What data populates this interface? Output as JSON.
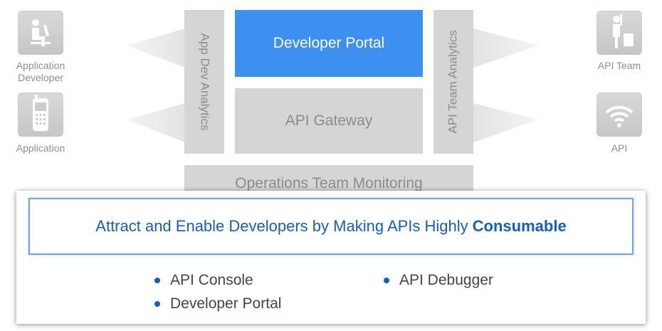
{
  "actors": {
    "app_developer": "Application\nDeveloper",
    "application": "Application",
    "api_team": "API Team",
    "api": "API"
  },
  "architecture": {
    "left_bar": "App Dev Analytics",
    "right_bar": "API Team Analytics",
    "portal": "Developer Portal",
    "gateway": "API Gateway",
    "operations": "Operations Team Monitoring"
  },
  "card": {
    "headline": "Attract and Enable Developers by Making APIs Highly",
    "headline_emphasis": "Consumable",
    "bullets": [
      "API Console",
      "API Debugger",
      "Developer Portal"
    ]
  },
  "colors": {
    "accent": "#1360c2",
    "portal": "#3d8ff0",
    "grey_box": "#d5d5d5"
  }
}
